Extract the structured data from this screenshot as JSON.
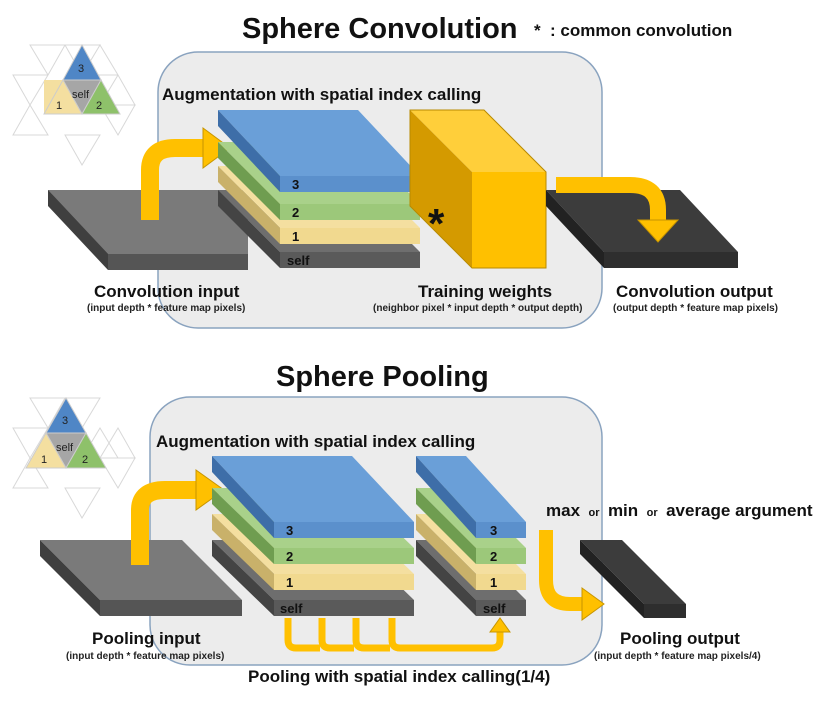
{
  "conv": {
    "title": "Sphere Convolution",
    "note_star": "*",
    "note_text": ": common convolution",
    "augmentation": "Augmentation with spatial index calling",
    "input_label": "Convolution input",
    "input_sub": "(input depth * feature map pixels)",
    "weights_label": "Training weights",
    "weights_sub": "(neighbor pixel * input depth * output depth)",
    "output_label": "Convolution output",
    "output_sub": "(output depth * feature map pixels)",
    "star": "*",
    "layers": [
      "3",
      "2",
      "1",
      "self"
    ],
    "tri": [
      "3",
      "self",
      "1",
      "2"
    ]
  },
  "pool": {
    "title": "Sphere Pooling",
    "augmentation": "Augmentation with spatial index calling",
    "input_label": "Pooling input",
    "input_sub": "(input depth * feature map pixels)",
    "output_label": "Pooling output",
    "output_sub": "(input depth * feature map pixels/4)",
    "pooling_label": "Pooling with spatial index calling(1/4)",
    "op_max": "max",
    "op_or1": "or",
    "op_min": "min",
    "op_or2": "or",
    "op_avg": "average argument",
    "layers": [
      "3",
      "2",
      "1",
      "self"
    ],
    "layers_small": [
      "3",
      "2",
      "1",
      "self"
    ],
    "tri": [
      "3",
      "self",
      "1",
      "2"
    ]
  },
  "colors": {
    "blue": "#6a9fd8",
    "green": "#9cc87a",
    "yellow": "#f4dfa0",
    "gray": "#7a7a7a",
    "dark": "#3a3a3a",
    "orange": "#ffc000",
    "panel": "#ececec"
  }
}
